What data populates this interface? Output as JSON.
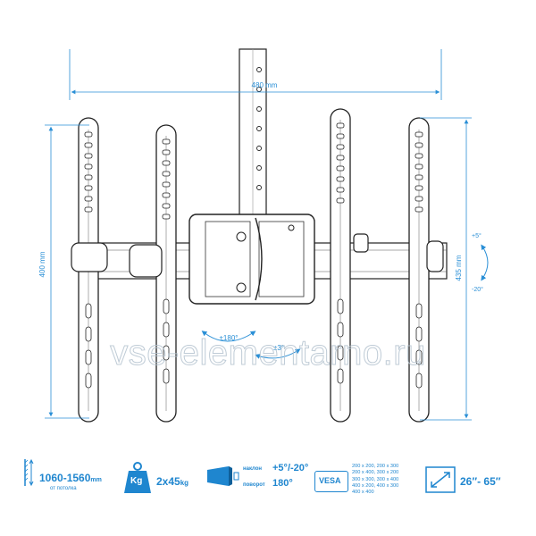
{
  "dimensions": {
    "width_label": "480 mm",
    "left_height_label": "400 mm",
    "right_height_label": "435 mm",
    "tilt_up": "+5°",
    "tilt_down": "-20°",
    "swivel_label": "±180°",
    "level_label": "±3°"
  },
  "watermark": "vse-elementarno.ru",
  "specs": {
    "height_range": "1060-1560",
    "height_unit": "mm",
    "height_note": "от потолка",
    "weight_icon_label": "Kg",
    "load": "2x45",
    "load_unit": "kg",
    "tilt_label": "наклон",
    "tilt_value": "+5°/-20°",
    "swivel_label": "поворот",
    "swivel_value": "180°",
    "vesa_label": "VESA",
    "vesa_lines": [
      "200 x 200, 200 x 300",
      "200 x 400, 300 x 200",
      "300 x 300, 300 x 400",
      "400 x 200, 400 x 300",
      "400 x 400"
    ],
    "screen_size": "26″- 65″"
  },
  "colors": {
    "accent": "#2a8fd6",
    "line": "#222222",
    "watermark": "#b4c3cf"
  }
}
